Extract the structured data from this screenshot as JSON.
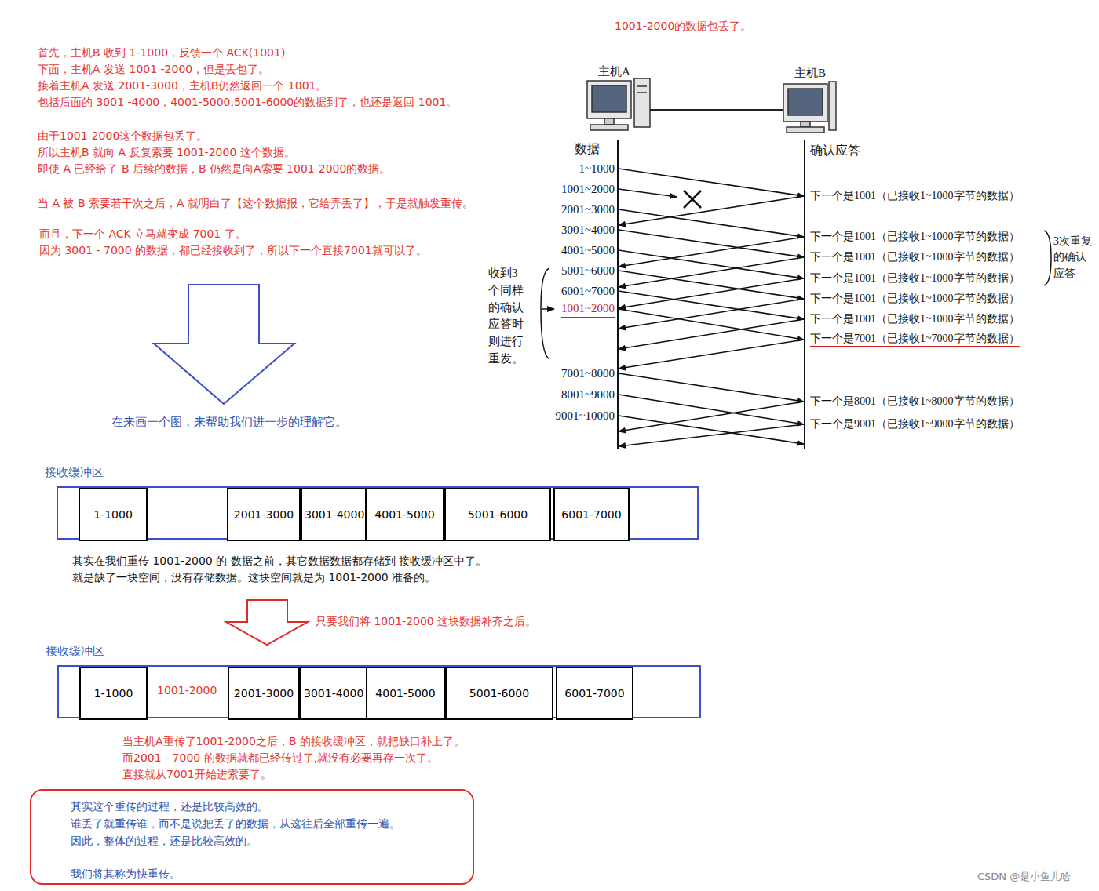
{
  "diagram": {
    "nodes": [
      {
        "text": [
          "接收缓冲区"
        ]
      },
      {
        "text": [
          "1-1000"
        ],
        "in": 0
      },
      {
        "text": [
          "2001-3000"
        ],
        "in": 0
      },
      {
        "text": [
          "3001-4000"
        ],
        "in": 0
      },
      {
        "text": [
          "4001-5000"
        ],
        "in": 0
      },
      {
        "text": [
          "5001-6000"
        ],
        "in": 0
      },
      {
        "text": [
          "6001-7000"
        ],
        "in": 0
      },
      {
        "text": [
          "接收缓冲区"
        ]
      },
      {
        "text": [
          "1-1000"
        ],
        "in": 7
      },
      {
        "text": [
          "2001-3000"
        ],
        "in": 7
      },
      {
        "text": [
          "3001-4000"
        ],
        "in": 7
      },
      {
        "text": [
          "4001-5000"
        ],
        "in": 7
      },
      {
        "text": [
          "5001-6000"
        ],
        "in": 7
      },
      {
        "text": [
          "6001-7000"
        ],
        "in": 7
      },
      {
        "text": [
          "其实这个重传的过程，还是比较高效的。",
          "谁丢了就重传谁，而不是说把丢了的数据，从这往后全部重传一遍。",
          "因此，整体的过程，还是比较高效的。",
          "我们将其称为快重传。"
        ]
      }
    ],
    "labels": [
      "首先，主机B 收到 1-1000，反馈一个 ACK(1001)",
      "下面，主机A 发送 1001 -2000，但是丢包了。",
      "接着主机A 发送 2001-3000，主机B仍然返回一个 1001。",
      "包括后面的 3001 -4000，4001-5000,5001-6000的数据到了，也还是返回 1001。",
      "由于1001-2000这个数据包丢了。",
      "所以主机B 就向 A 反复索要 1001-2000 这个数据。",
      "即使 A 已经给了 B 后续的数据，B 仍然是向A索要 1001-2000的数据。",
      "当 A 被 B 索要若干次之后，A 就明白了【这个数据报，它给弄丢了】，于是就触发重传。",
      "而且，下一个 ACK 立马就变成 7001 了。",
      "因为 3001 - 7000 的数据，都已经接收到了，所以下一个直接7001就可以了。",
      "1001-2000的数据包丢了。",
      "主机A",
      "主机B",
      "数据",
      "确认应答",
      "1~1000",
      "1001~2000",
      "2001~3000",
      "3001~4000",
      "4001~5000",
      "5001~6000",
      "6001~7000",
      "1001~2000",
      "7001~8000",
      "8001~9000",
      "9001~10000",
      "下一个是1001（已接收1~1000字节的数据）",
      "下一个是1001（已接收1~1000字节的数据）",
      "下一个是1001（已接收1~1000字节的数据）",
      "下一个是1001（已接收1~1000字节的数据）",
      "下一个是1001（已接收1~1000字节的数据）",
      "下一个是1001（已接收1~1000字节的数据）",
      "下一个是7001（已接收1~7000字节的数据）",
      "下一个是8001（已接收1~8000字节的数据）",
      "下一个是9001（已接收1~9000字节的数据）",
      "3次重复的确认应答",
      "收到3个同样的确认应答时则进行重发。",
      "在来画一个图，来帮助我们进一步的理解它。",
      "其实在我们重传 1001-2000 的 数据之前，其它数据数据都存储到 接收缓冲区中了。",
      "就是缺了一块空间，没有存储数据。这块空间就是为 1001-2000 准备的。",
      "只要我们将 1001-2000 这块数据补齐之后。",
      "1001-2000",
      "当主机A重传了1001-2000之后，B 的接收缓冲区，就把缺口补上了。",
      "而2001 - 7000 的数据就都已经传过了,就没有必要再存一次了。",
      "直接就从7001开始进索要了。",
      "CSDN @是小鱼儿哈"
    ]
  }
}
